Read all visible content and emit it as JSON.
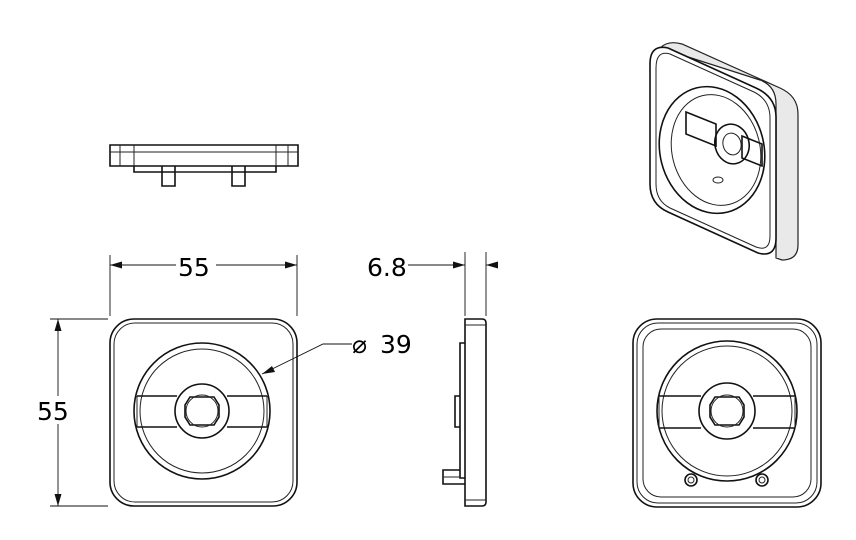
{
  "dimensions": {
    "width": "55",
    "height": "55",
    "thickness": "6.8",
    "diameter": "39",
    "diameter_symbol": "⌀"
  },
  "views": [
    "top-view",
    "front-view",
    "side-view",
    "isometric-view",
    "back-view"
  ]
}
